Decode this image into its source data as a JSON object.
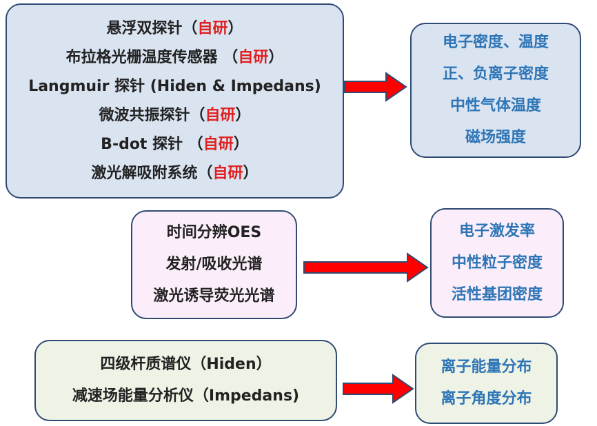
{
  "group1": {
    "methods": [
      {
        "text": "悬浮双探针（",
        "tag": "自研",
        "end": "）"
      },
      {
        "text": "布拉格光栅温度传感器 （",
        "tag": "自研",
        "end": "）"
      },
      {
        "text": "Langmuir 探针 (Hiden & Impedans)",
        "tag": "",
        "end": ""
      },
      {
        "text": "微波共振探针（",
        "tag": "自研",
        "end": "）"
      },
      {
        "text": "B-dot 探针 （",
        "tag": "自研",
        "end": "）"
      },
      {
        "text": "激光解吸附系统（",
        "tag": "自研",
        "end": "）"
      }
    ],
    "outputs": [
      "电子密度、温度",
      "正、负离子密度",
      "中性气体温度",
      "磁场强度"
    ]
  },
  "group2": {
    "methods": [
      "时间分辨OES",
      "发射/吸收光谱",
      "激光诱导荧光光谱"
    ],
    "outputs": [
      "电子激发率",
      "中性粒子密度",
      "活性基团密度"
    ]
  },
  "group3": {
    "methods": [
      "四级杆质谱仪（Hiden）",
      "减速场能量分析仪（Impedans)"
    ],
    "outputs": [
      "离子能量分布",
      "离子角度分布"
    ]
  },
  "colors": {
    "arrow": "#ff0000",
    "output_text": "#2e75b6",
    "highlight": "#e02020"
  }
}
